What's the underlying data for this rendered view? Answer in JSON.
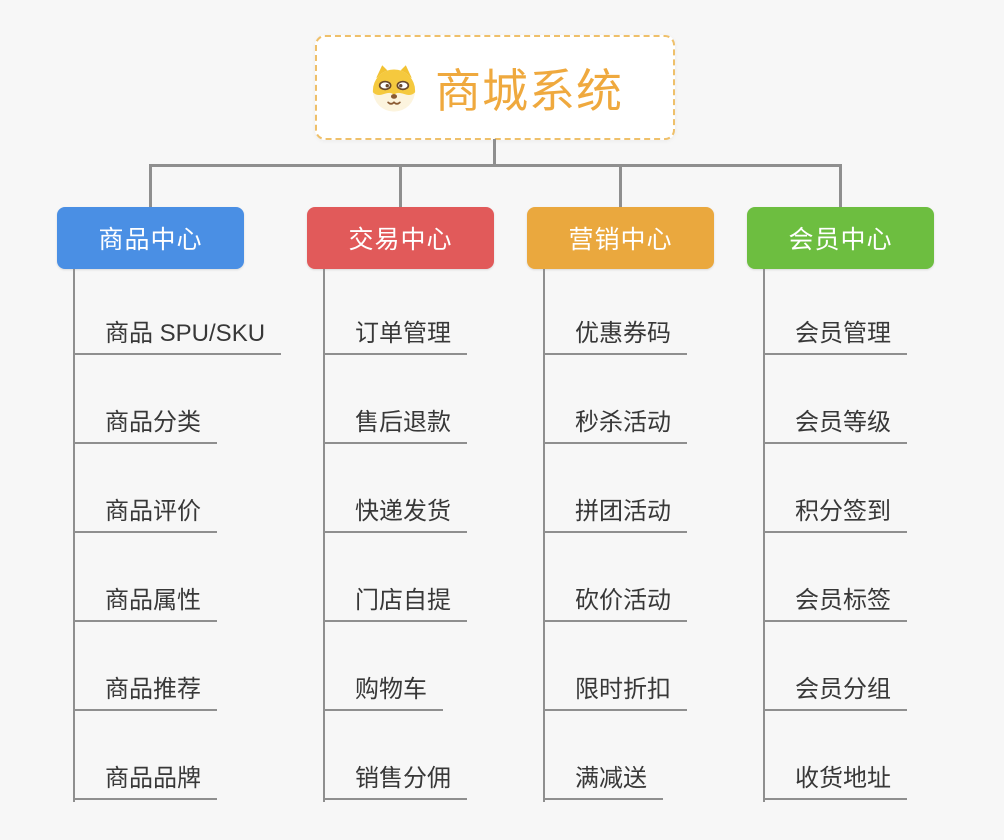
{
  "root": {
    "title": "商城系统",
    "icon": "dog-face-icon"
  },
  "branches": [
    {
      "label": "商品中心",
      "color": "#4A8FE4",
      "items": [
        "商品 SPU/SKU",
        "商品分类",
        "商品评价",
        "商品属性",
        "商品推荐",
        "商品品牌"
      ]
    },
    {
      "label": "交易中心",
      "color": "#E15A5A",
      "items": [
        "订单管理",
        "售后退款",
        "快递发货",
        "门店自提",
        "购物车",
        "销售分佣"
      ]
    },
    {
      "label": "营销中心",
      "color": "#EAA83E",
      "items": [
        "优惠券码",
        "秒杀活动",
        "拼团活动",
        "砍价活动",
        "限时折扣",
        "满减送"
      ]
    },
    {
      "label": "会员中心",
      "color": "#6DBE40",
      "items": [
        "会员管理",
        "会员等级",
        "积分签到",
        "会员标签",
        "会员分组",
        "收货地址"
      ]
    }
  ],
  "colors": {
    "line": "#8F8F8F",
    "background": "#F7F7F7",
    "root_border": "#EFC06A",
    "root_title": "#EFA93E",
    "item_text": "#383838"
  }
}
